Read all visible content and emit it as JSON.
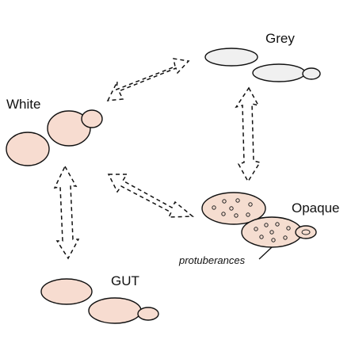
{
  "labels": {
    "white": "White",
    "grey": "Grey",
    "opaque": "Opaque",
    "gut": "GUT",
    "protuberances": "protuberances"
  },
  "colors": {
    "white_cells": "#f7dcd0",
    "grey_cells": "#f0f0f0",
    "opaque_cells": "#f5ddd0",
    "outline": "#111111"
  }
}
